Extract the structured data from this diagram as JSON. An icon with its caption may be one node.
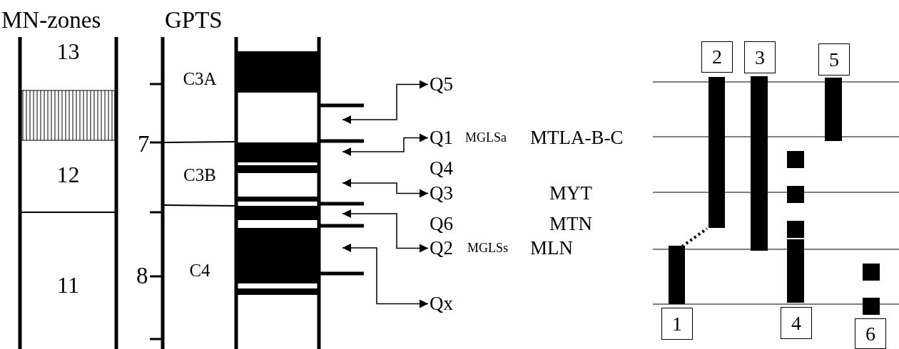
{
  "diagram": {
    "nodes": [
      {
        "text": [
          "13"
        ]
      },
      {
        "text": [
          "12"
        ]
      },
      {
        "text": [
          "11"
        ]
      },
      {
        "text": [
          "C3A"
        ]
      },
      {
        "text": [
          "C3B"
        ]
      },
      {
        "text": [
          "C4"
        ]
      },
      {
        "text": [
          "Q5"
        ]
      },
      {
        "text": [
          "Q1"
        ]
      },
      {
        "text": [
          "Q3"
        ]
      },
      {
        "text": [
          "Q2"
        ]
      },
      {
        "text": [
          "Qx"
        ]
      },
      {
        "text": [
          "2"
        ]
      },
      {
        "text": [
          "3"
        ]
      },
      {
        "text": [
          "5"
        ]
      },
      {
        "text": [
          "1"
        ]
      },
      {
        "text": [
          "4"
        ]
      },
      {
        "text": [
          "6"
        ]
      }
    ],
    "edges": [
      {
        "from": null,
        "to": 6,
        "arrow": "both"
      },
      {
        "from": null,
        "to": 7,
        "arrow": "both"
      },
      {
        "from": null,
        "to": 8,
        "arrow": "both"
      },
      {
        "from": null,
        "to": 9,
        "arrow": "both"
      },
      {
        "from": null,
        "to": 10,
        "arrow": "both"
      }
    ],
    "labels": [
      "MN-zones",
      "GPTS",
      "7",
      "8",
      "MGLSa",
      "MTLA-B-C",
      "Q4",
      "MYT",
      "Q6",
      "MTN",
      "MGLSs",
      "MLN"
    ]
  }
}
